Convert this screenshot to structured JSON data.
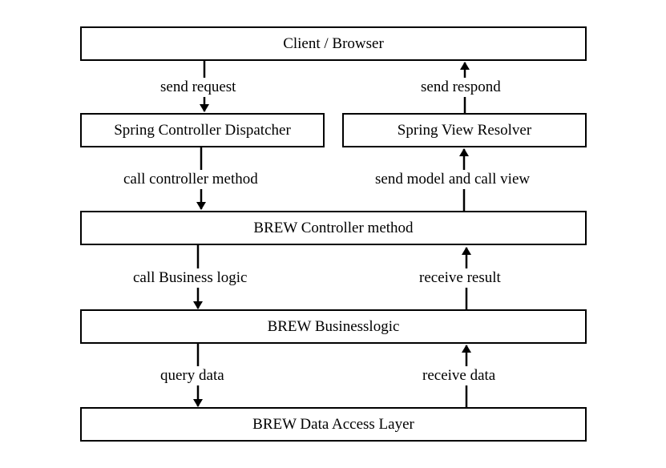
{
  "boxes": {
    "client": "Client / Browser",
    "dispatcher": "Spring Controller Dispatcher",
    "view_resolver": "Spring View Resolver",
    "controller": "BREW Controller method",
    "business": "BREW Businesslogic",
    "data_access": "BREW Data Access Layer"
  },
  "labels": {
    "send_request": "send request",
    "send_respond": "send respond",
    "call_controller": "call controller method",
    "send_model": "send model and call view",
    "call_business": "call Business logic",
    "receive_result": "receive result",
    "query_data": "query data",
    "receive_data": "receive data"
  }
}
